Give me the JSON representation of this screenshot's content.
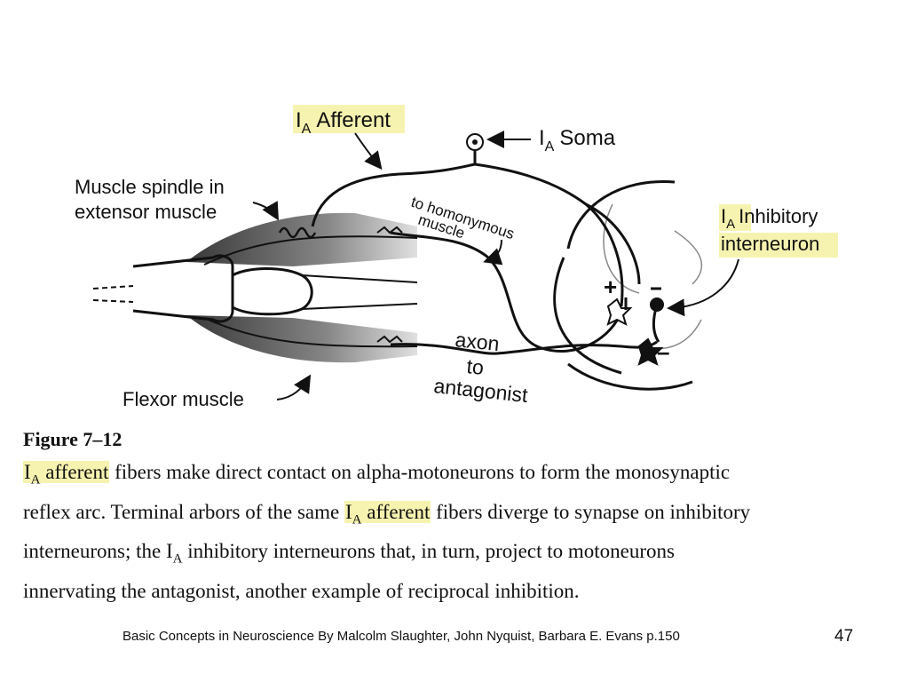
{
  "diagram": {
    "labels": {
      "ia_letter": "I",
      "ia_sub": "A",
      "afferent": "Afferent",
      "soma": "Soma",
      "spindle_line1": "Muscle spindle in",
      "spindle_line2": "extensor muscle",
      "homonymous_line1": "to homonymous",
      "homonymous_line2": "muscle",
      "inhibitory": "Inhibitory",
      "interneuron": "interneuron",
      "axon": "axon",
      "to": "to",
      "antagonist": "antagonist",
      "flexor": "Flexor muscle",
      "plus": "+",
      "minus": "–"
    },
    "highlight_color": "#f6f3b0"
  },
  "caption": {
    "figure": "Figure 7–12",
    "ia_letter": "I",
    "ia_sub": "A",
    "afferent_word": "afferent",
    "line1_rest": " fibers make direct contact on alpha-motoneurons to form the monosynaptic",
    "line2_start": "reflex arc. Terminal arbors of the same ",
    "line2_rest": " fibers diverge to synapse on inhibitory",
    "line3_start": "interneurons; the ",
    "line3_rest": " inhibitory interneurons that, in turn, project to motoneurons",
    "line4": "innervating the antagonist, another example of reciprocal inhibition."
  },
  "footer": {
    "source": "Basic Concepts in Neuroscience  By Malcolm Slaughter, John Nyquist, Barbara E. Evans p.150",
    "slide_number": "47"
  }
}
